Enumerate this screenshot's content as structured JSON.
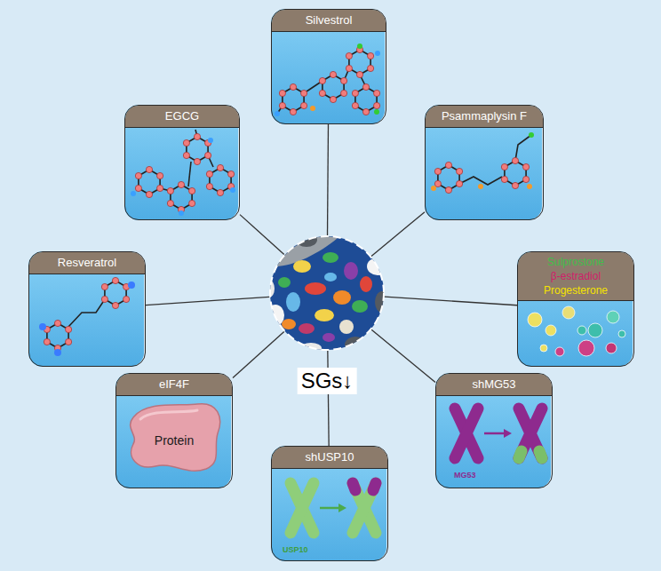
{
  "diagram": {
    "nodes": [
      {
        "text": [
          "SGs↓"
        ]
      },
      {
        "text": [
          "Silvestrol"
        ]
      },
      {
        "text": [
          "EGCG"
        ]
      },
      {
        "text": [
          "Psammaplysin F"
        ]
      },
      {
        "text": [
          "Resveratrol"
        ]
      },
      {
        "text": [
          "Sulprostone",
          "β-estradiol",
          "Progesterone"
        ]
      },
      {
        "text": [
          "eIF4F",
          "Protein"
        ]
      },
      {
        "text": [
          "shMG53",
          "MG53"
        ]
      },
      {
        "text": [
          "shUSP10",
          "USP10"
        ]
      }
    ],
    "edges": [
      {
        "from": 0,
        "to": 1,
        "arrow": "none"
      },
      {
        "from": 0,
        "to": 2,
        "arrow": "none"
      },
      {
        "from": 0,
        "to": 3,
        "arrow": "none"
      },
      {
        "from": 0,
        "to": 4,
        "arrow": "none"
      },
      {
        "from": 0,
        "to": 5,
        "arrow": "none"
      },
      {
        "from": 0,
        "to": 6,
        "arrow": "none"
      },
      {
        "from": 0,
        "to": 7,
        "arrow": "none"
      },
      {
        "from": 0,
        "to": 8,
        "arrow": "none"
      }
    ]
  }
}
